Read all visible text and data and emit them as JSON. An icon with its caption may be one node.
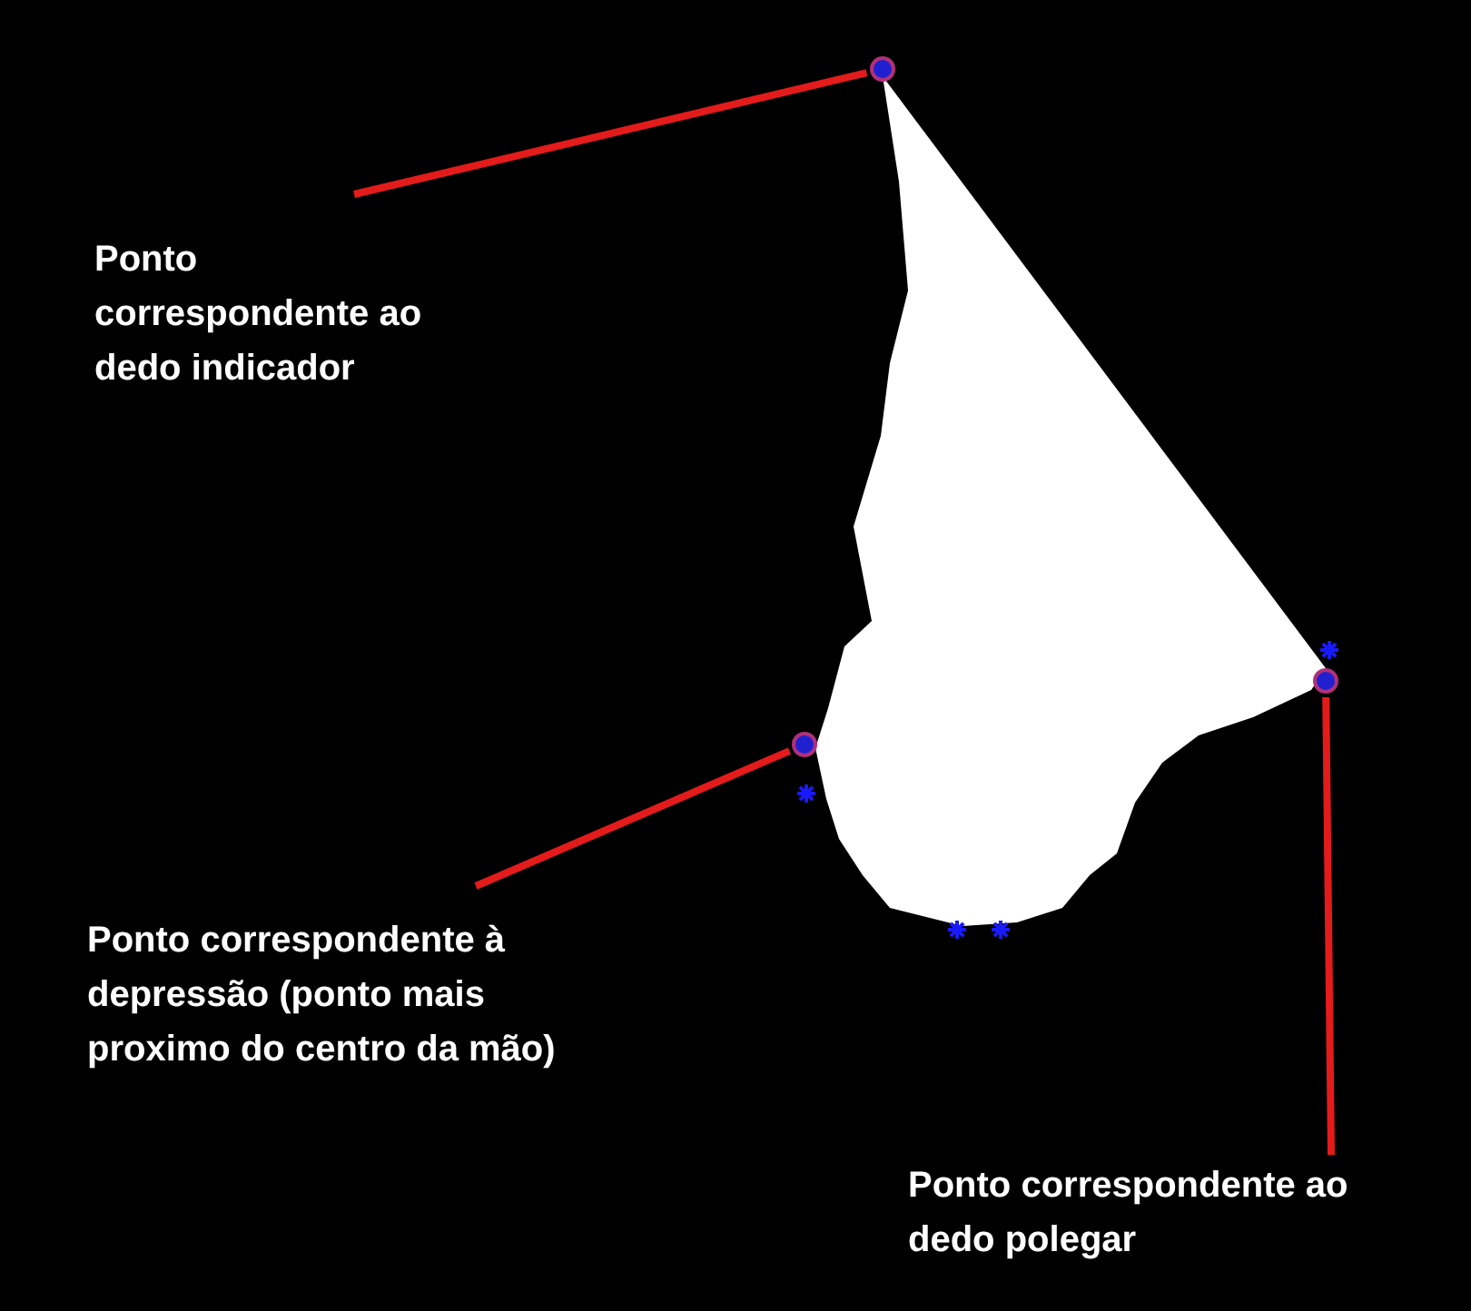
{
  "diagram": {
    "nodes": [
      {
        "text": [
          "Ponto correspondente ao dedo indicador"
        ]
      },
      {
        "text": [
          "Ponto correspondente à depressão (ponto mais proximo do centro da mão)"
        ]
      },
      {
        "text": [
          "Ponto correspondente ao dedo polegar"
        ]
      },
      {
        "text": [],
        "shape": "circle"
      },
      {
        "text": [],
        "shape": "circle"
      },
      {
        "text": [],
        "shape": "circle"
      }
    ],
    "edges": [
      {
        "from": 0,
        "to": 4,
        "arrow": "none"
      },
      {
        "from": 1,
        "to": 3,
        "arrow": "none"
      },
      {
        "from": 2,
        "to": 5,
        "arrow": "none"
      }
    ]
  }
}
